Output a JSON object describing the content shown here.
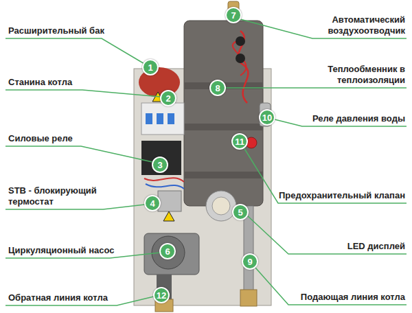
{
  "diagram": {
    "nodes": [
      {
        "text": [
          "1"
        ]
      },
      {
        "text": [
          "2"
        ]
      },
      {
        "text": [
          "3"
        ]
      },
      {
        "text": [
          "4"
        ]
      },
      {
        "text": [
          "5"
        ]
      },
      {
        "text": [
          "6"
        ]
      },
      {
        "text": [
          "7"
        ]
      },
      {
        "text": [
          "8"
        ]
      },
      {
        "text": [
          "9"
        ]
      },
      {
        "text": [
          "10"
        ]
      },
      {
        "text": [
          "11"
        ]
      },
      {
        "text": [
          "12"
        ]
      }
    ],
    "labels": [
      "Расширительный бак",
      "Станина котла",
      "Силовые реле",
      "STB - блокирующий термостат",
      "Циркуляционный насос",
      "Обратная линия котла",
      "Автоматический воздухоотводчик",
      "Теплообменник в теплоизоляции",
      "Реле давления воды",
      "Предохранительный клапан",
      "LED дисплей",
      "Подающая линия котла"
    ]
  }
}
